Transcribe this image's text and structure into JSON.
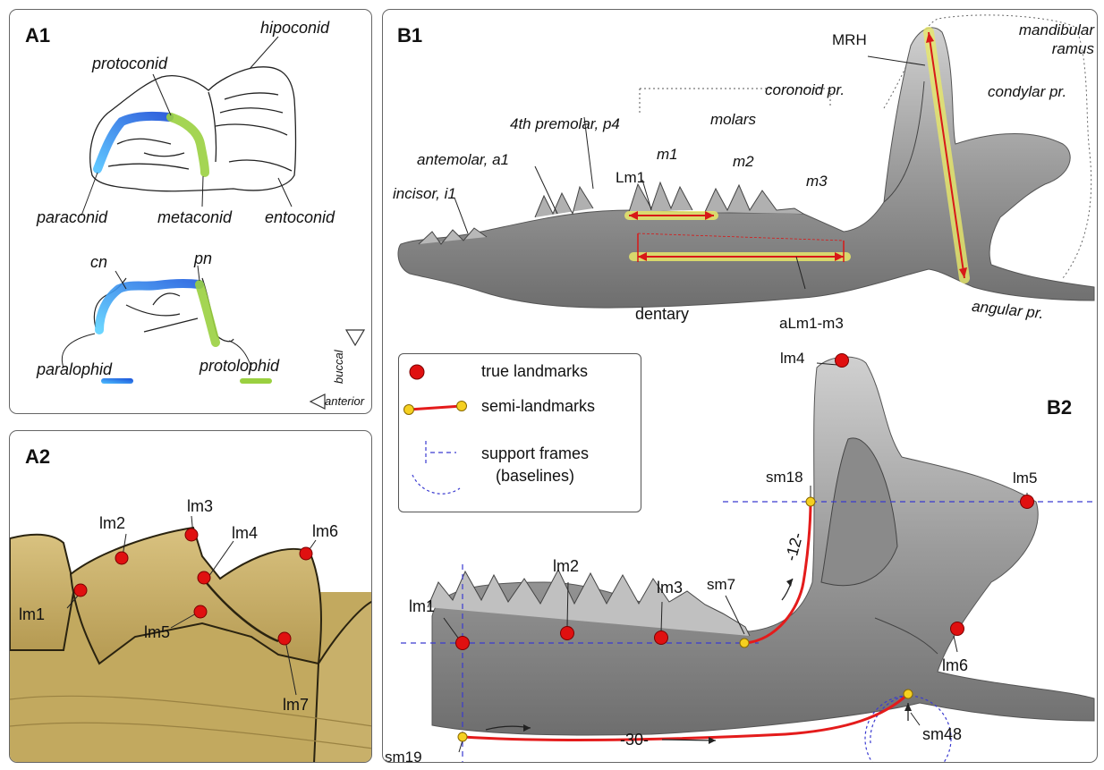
{
  "panels": {
    "a1": "A1",
    "a2": "A2",
    "b1": "B1",
    "b2": "B2"
  },
  "a1": {
    "protoconid": "protoconid",
    "hipoconid": "hipoconid",
    "paraconid": "paraconid",
    "metaconid": "metaconid",
    "entoconid": "entoconid",
    "cn": "cn",
    "pn": "pn",
    "paralophid": "paralophid",
    "protolophid": "protolophid",
    "buccal": "buccal",
    "anterior": "anterior"
  },
  "a2": {
    "lm1": "lm1",
    "lm2": "lm2",
    "lm3": "lm3",
    "lm4": "lm4",
    "lm5": "lm5",
    "lm6": "lm6",
    "lm7": "lm7"
  },
  "b1": {
    "mandibular_ramus": "mandibular ramus",
    "mrh": "MRH",
    "coronoid": "coronoid pr.",
    "condylar": "condylar pr.",
    "molars": "molars",
    "m1": "m1",
    "m2": "m2",
    "m3": "m3",
    "premolar": "4th premolar, p4",
    "antemolar": "antemolar, a1",
    "lm1": "Lm1",
    "incisor": "incisor, i1",
    "dentary": "dentary",
    "alm": "aLm1-m3",
    "angular": "angular pr."
  },
  "legend": {
    "true_landmarks": "true landmarks",
    "semi_landmarks": "semi-landmarks",
    "support_frames": "support frames",
    "baselines": "(baselines)"
  },
  "b2": {
    "lm4": "lm4",
    "lm5": "lm5",
    "sm18": "sm18",
    "lm1": "lm1",
    "lm2": "lm2",
    "lm3": "lm3",
    "sm7": "sm7",
    "twelve": "-12-",
    "lm6": "lm6",
    "thirty": "-30-",
    "sm48": "sm48",
    "sm19": "sm19"
  },
  "colors": {
    "landmark": "#e01010",
    "semi": "#f5d020",
    "curve": "#e41b1b",
    "frame": "#3a3ad0",
    "bone": "#a9a9a9",
    "tooth": "#c9b168",
    "highlight_yellow": "#e8e86a",
    "blue_crest": "#2a7fe0",
    "green_crest": "#8cc83a"
  }
}
